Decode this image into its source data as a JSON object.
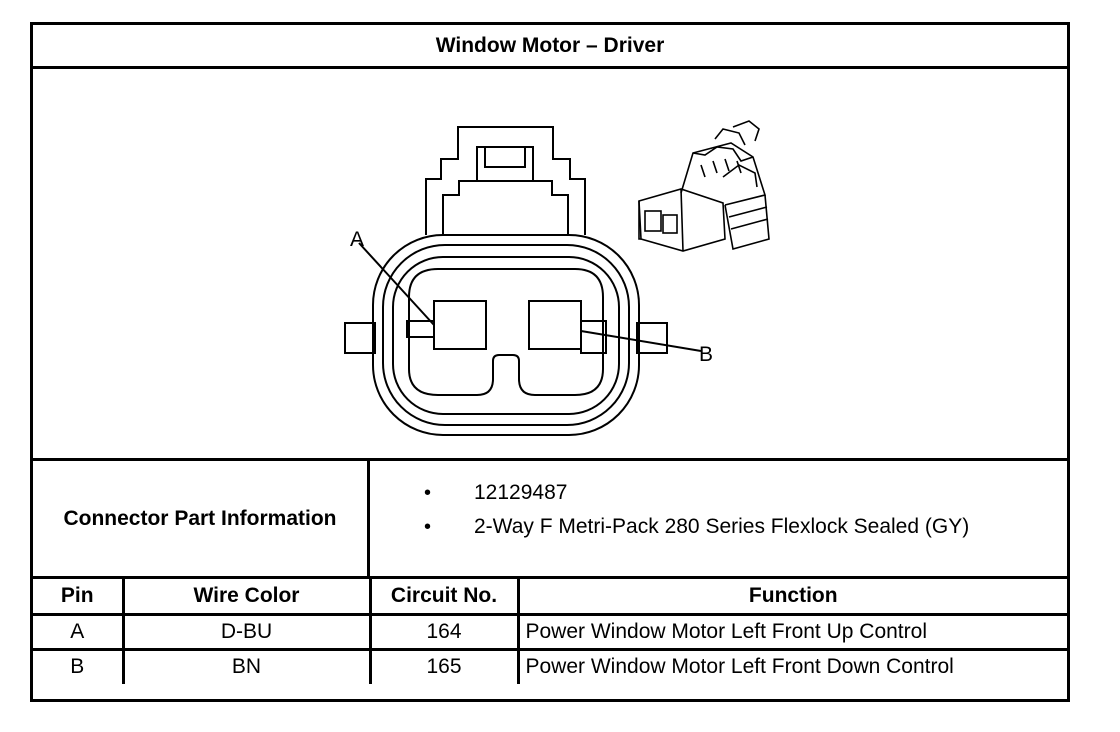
{
  "title": "Window Motor – Driver",
  "diagram": {
    "label_a": "A",
    "label_b": "B"
  },
  "connector_info": {
    "label": "Connector Part Information",
    "items": [
      "12129487",
      "2-Way F Metri-Pack 280 Series Flexlock Sealed (GY)"
    ],
    "bullet": "•"
  },
  "table": {
    "headers": [
      "Pin",
      "Wire Color",
      "Circuit No.",
      "Function"
    ],
    "rows": [
      {
        "pin": "A",
        "wire_color": "D-BU",
        "circuit": "164",
        "function": "Power Window Motor Left Front Up Control"
      },
      {
        "pin": "B",
        "wire_color": "BN",
        "circuit": "165",
        "function": "Power Window Motor Left Front Down Control"
      }
    ]
  }
}
